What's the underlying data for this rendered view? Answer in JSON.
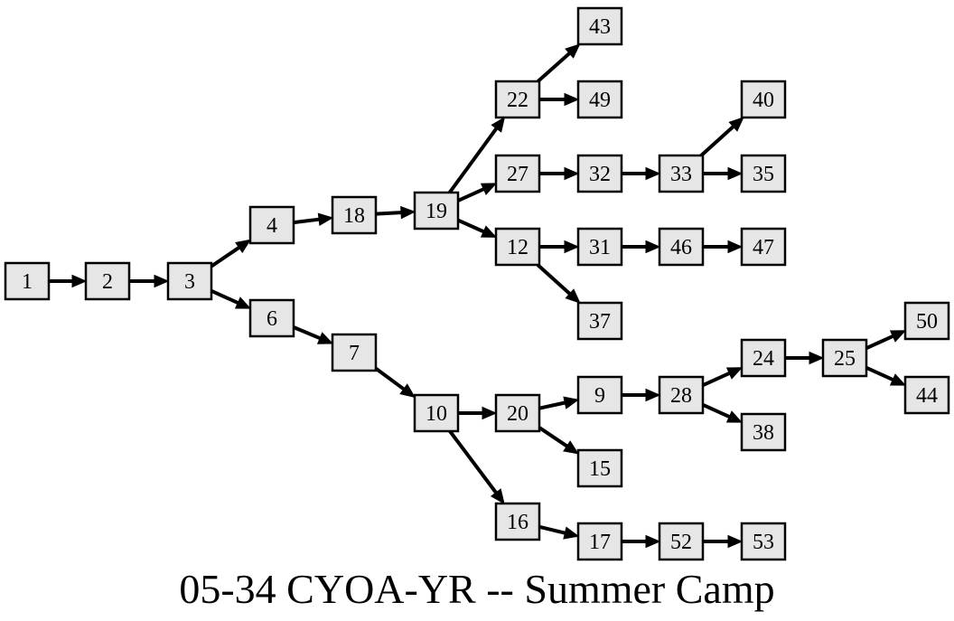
{
  "title": "05-34 CYOA-YR -- Summer Camp",
  "colors": {
    "node_fill": "#e6e6e6",
    "node_stroke": "#000000",
    "edge": "#000000"
  },
  "nodes": [
    "1",
    "2",
    "3",
    "4",
    "6",
    "18",
    "7",
    "19",
    "10",
    "22",
    "27",
    "12",
    "20",
    "16",
    "43",
    "49",
    "32",
    "31",
    "37",
    "9",
    "15",
    "17",
    "33",
    "46",
    "28",
    "52",
    "40",
    "35",
    "47",
    "24",
    "38",
    "53",
    "25",
    "50",
    "44"
  ],
  "edges": [
    [
      "1",
      "2"
    ],
    [
      "2",
      "3"
    ],
    [
      "3",
      "4"
    ],
    [
      "3",
      "6"
    ],
    [
      "4",
      "18"
    ],
    [
      "18",
      "19"
    ],
    [
      "6",
      "7"
    ],
    [
      "7",
      "10"
    ],
    [
      "19",
      "22"
    ],
    [
      "19",
      "27"
    ],
    [
      "19",
      "12"
    ],
    [
      "22",
      "43"
    ],
    [
      "22",
      "49"
    ],
    [
      "27",
      "32"
    ],
    [
      "32",
      "33"
    ],
    [
      "33",
      "40"
    ],
    [
      "33",
      "35"
    ],
    [
      "12",
      "31"
    ],
    [
      "12",
      "37"
    ],
    [
      "31",
      "46"
    ],
    [
      "46",
      "47"
    ],
    [
      "10",
      "20"
    ],
    [
      "10",
      "16"
    ],
    [
      "20",
      "9"
    ],
    [
      "20",
      "15"
    ],
    [
      "9",
      "28"
    ],
    [
      "28",
      "24"
    ],
    [
      "28",
      "38"
    ],
    [
      "24",
      "25"
    ],
    [
      "25",
      "50"
    ],
    [
      "25",
      "44"
    ],
    [
      "16",
      "17"
    ],
    [
      "17",
      "52"
    ],
    [
      "52",
      "53"
    ]
  ]
}
